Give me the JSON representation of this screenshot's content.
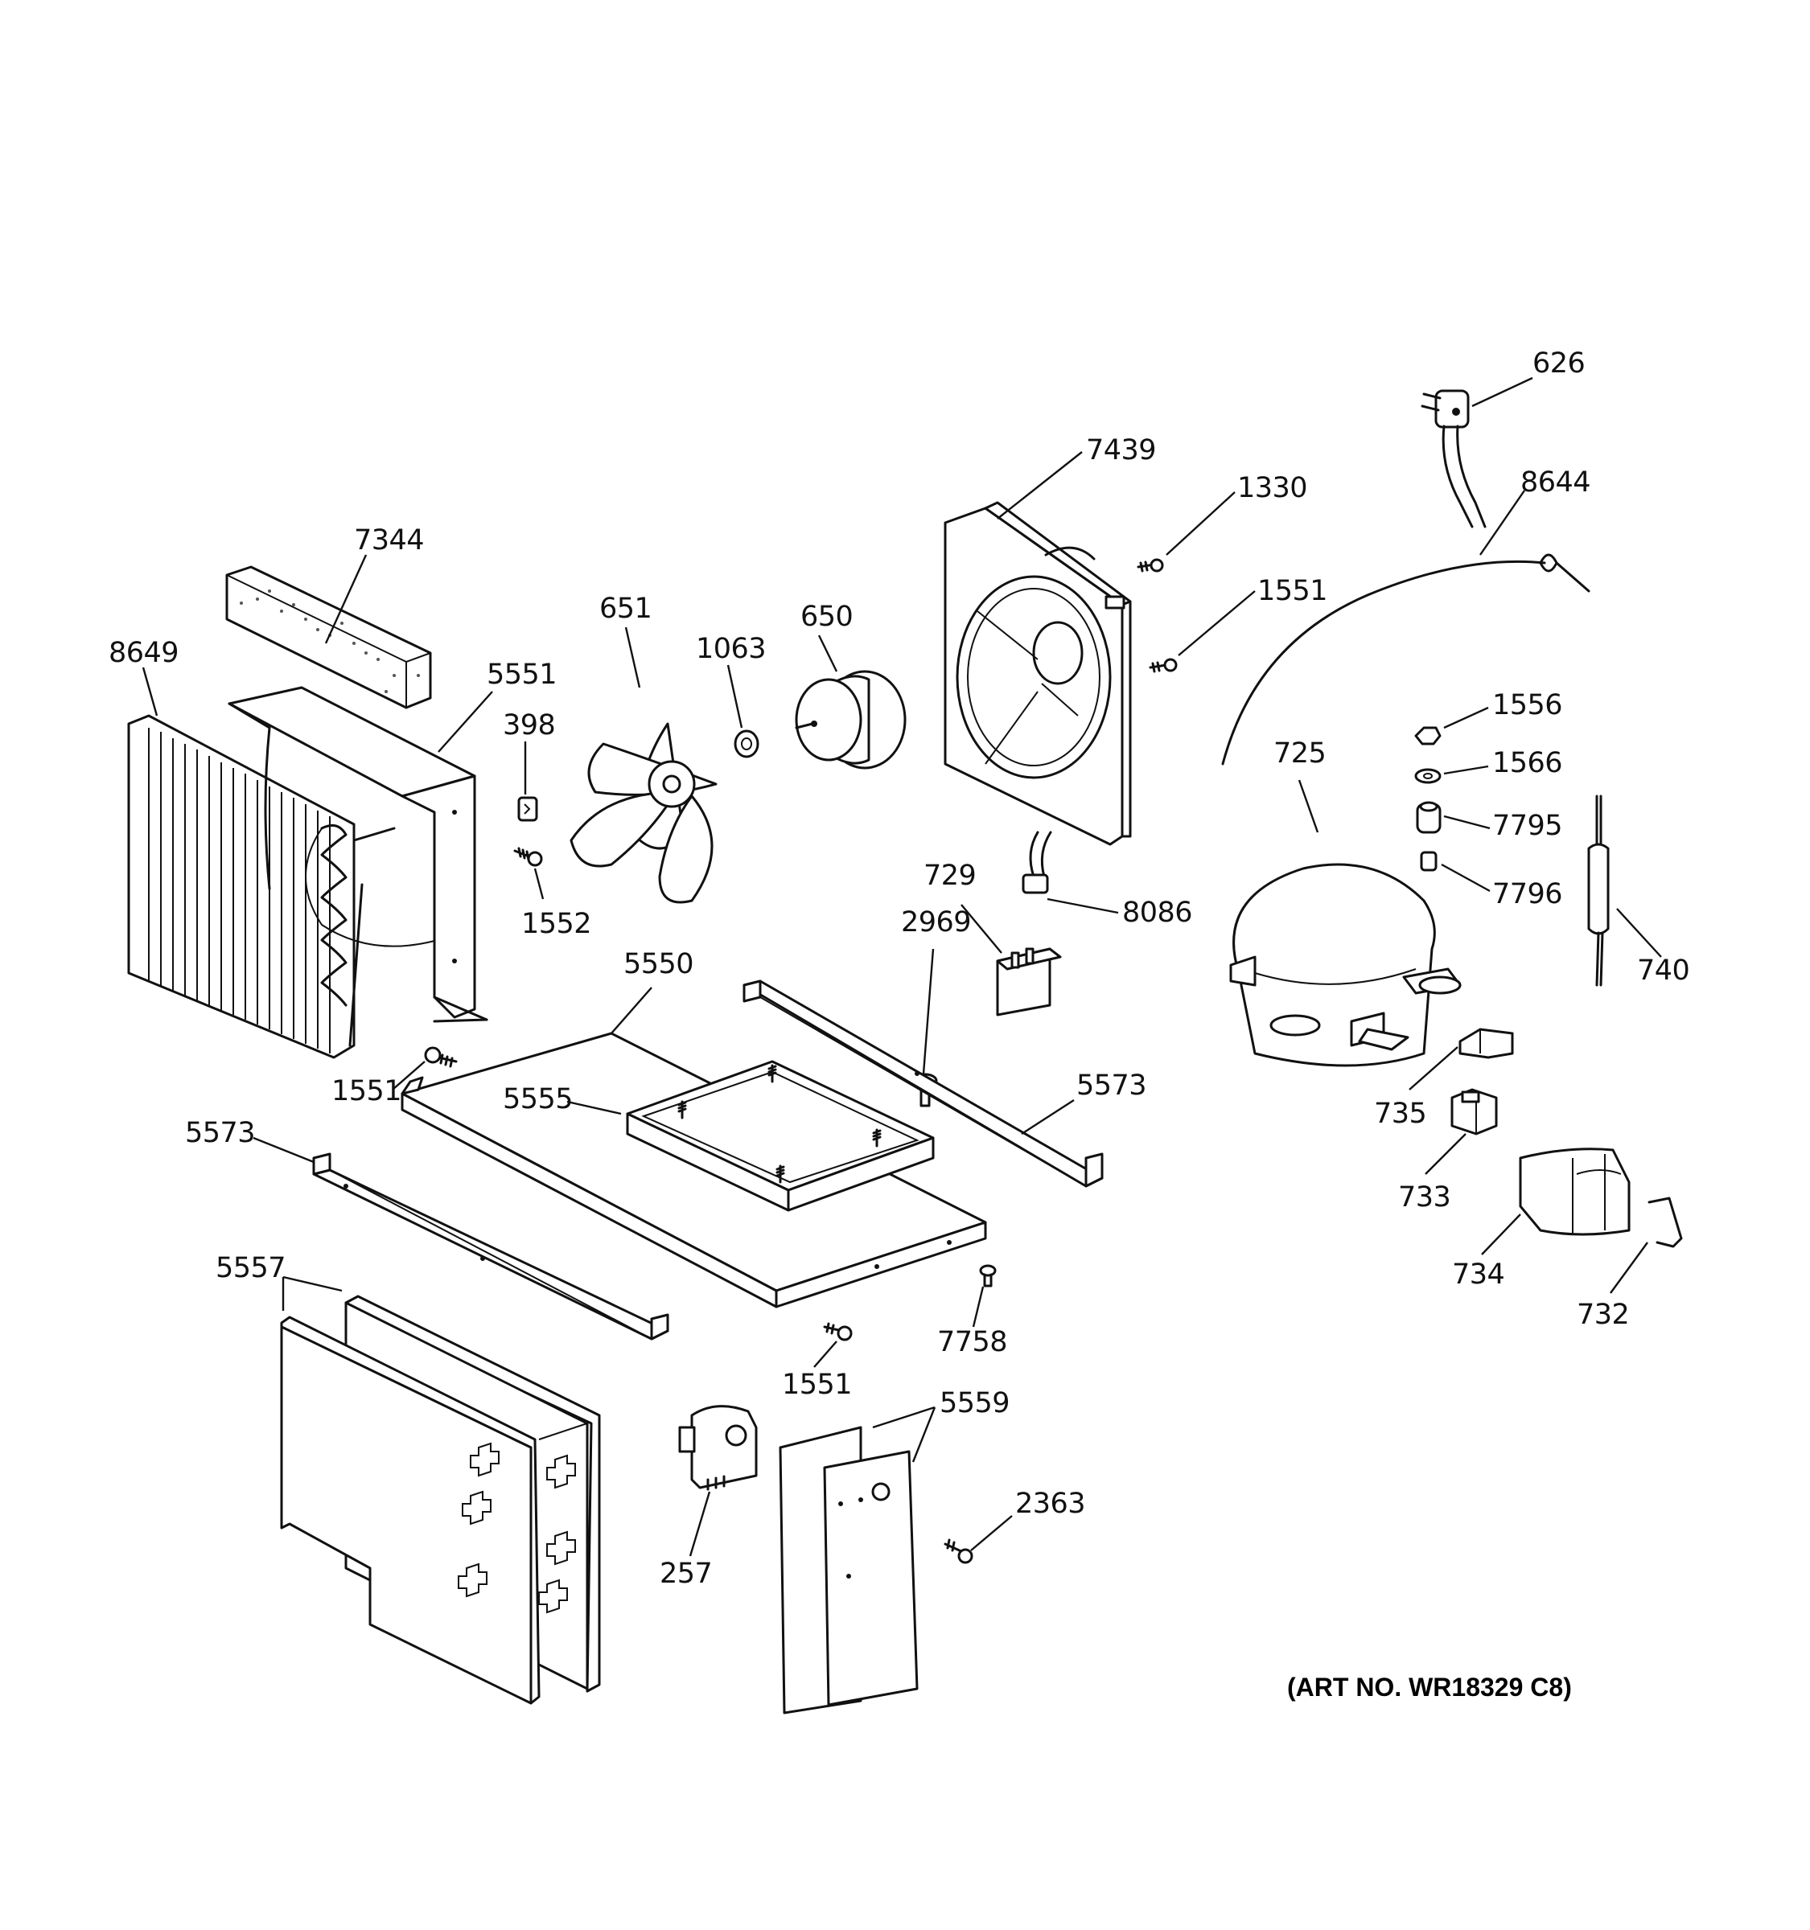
{
  "art_number": "(ART NO. WR18329 C8)",
  "callouts": {
    "c626": "626",
    "c8644": "8644",
    "c7439": "7439",
    "c1330": "1330",
    "c1551_fan": "1551",
    "c7344": "7344",
    "c8649": "8649",
    "c5551": "5551",
    "c651": "651",
    "c1063": "1063",
    "c650": "650",
    "c398": "398",
    "c1552": "1552",
    "c1556": "1556",
    "c1566": "1566",
    "c725": "725",
    "c7795": "7795",
    "c7796": "7796",
    "c740": "740",
    "c729": "729",
    "c8086": "8086",
    "c5550": "5550",
    "c2969": "2969",
    "c1551_left": "1551",
    "c5555": "5555",
    "c5573_right": "5573",
    "c5573_left": "5573",
    "c735": "735",
    "c733": "733",
    "c734": "734",
    "c732": "732",
    "c5557": "5557",
    "c7758": "7758",
    "c1551_bottom": "1551",
    "c5559": "5559",
    "c2363": "2363",
    "c257": "257"
  }
}
